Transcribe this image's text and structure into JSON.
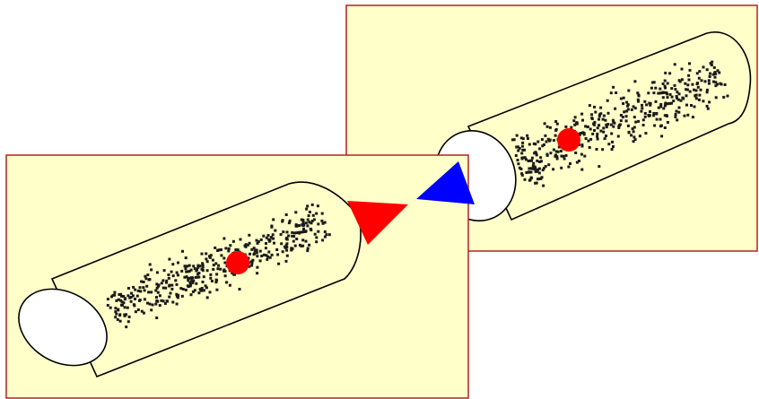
{
  "colors": {
    "panel_fill": "#FFFFC9",
    "panel_border": "#B22222",
    "cylinder_fill": "#FFFFC9",
    "cylinder_end_fill": "#FFFFFF",
    "outline": "#000000",
    "particle": "#1A1A1A",
    "center_dot": "#FF0000",
    "arrow_left": "#FF0000",
    "arrow_right": "#0000FF"
  },
  "diagram": {
    "panels": [
      {
        "id": "right-panel",
        "cylinder_end": "left"
      },
      {
        "id": "left-panel",
        "cylinder_end": "left"
      }
    ],
    "arrows": [
      {
        "color_key": "arrow_left",
        "direction": "right"
      },
      {
        "color_key": "arrow_right",
        "direction": "left"
      }
    ]
  }
}
